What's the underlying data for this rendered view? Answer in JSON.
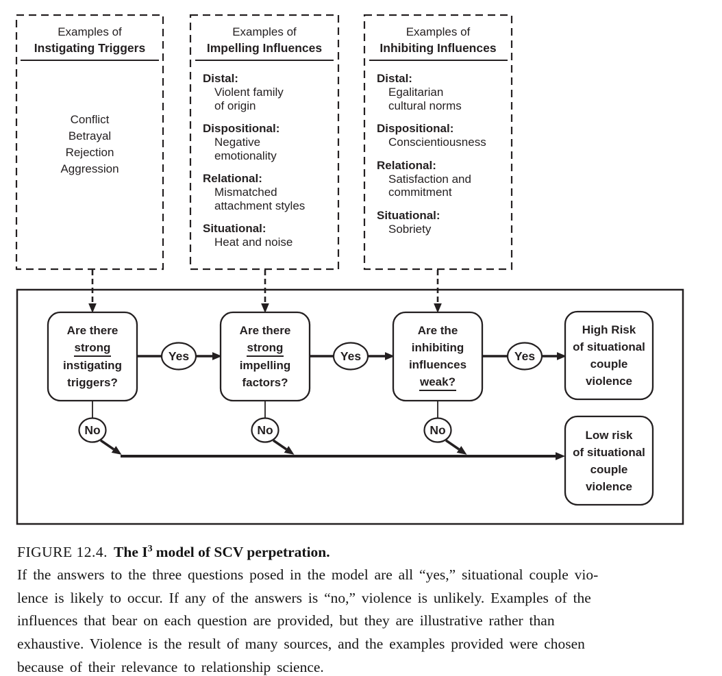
{
  "colors": {
    "ink": "#231f20",
    "paper": "#ffffff"
  },
  "panels": {
    "instigating": {
      "title_line1": "Examples of",
      "title_line2": "Instigating Triggers",
      "items": [
        "Conflict",
        "Betrayal",
        "Rejection",
        "Aggression"
      ]
    },
    "impelling": {
      "title_line1": "Examples of",
      "title_line2": "Impelling Influences",
      "groups": [
        {
          "label": "Distal:",
          "lines": [
            "Violent family",
            "of origin"
          ]
        },
        {
          "label": "Dispositional:",
          "lines": [
            "Negative",
            "emotionality"
          ]
        },
        {
          "label": "Relational:",
          "lines": [
            "Mismatched",
            "attachment styles"
          ]
        },
        {
          "label": "Situational:",
          "lines": [
            "Heat and noise"
          ]
        }
      ]
    },
    "inhibiting": {
      "title_line1": "Examples of",
      "title_line2": "Inhibiting Influences",
      "groups": [
        {
          "label": "Distal:",
          "lines": [
            "Egalitarian",
            "cultural norms"
          ]
        },
        {
          "label": "Dispositional:",
          "lines": [
            "Conscientiousness"
          ]
        },
        {
          "label": "Relational:",
          "lines": [
            "Satisfaction and",
            "commitment"
          ]
        },
        {
          "label": "Situational:",
          "lines": [
            "Sobriety"
          ]
        }
      ]
    }
  },
  "flowchart": {
    "yes_label": "Yes",
    "no_label": "No",
    "q1": {
      "line1": "Are there",
      "line2": "strong",
      "line3": "instigating",
      "line4": "triggers?"
    },
    "q2": {
      "line1": "Are there",
      "line2": "strong",
      "line3": "impelling",
      "line4": "factors?"
    },
    "q3": {
      "line1": "Are the",
      "line2": "inhibiting",
      "line3": "influences",
      "line4": "weak?"
    },
    "high_risk": {
      "line1": "High Risk",
      "line2": "of situational",
      "line3": "couple",
      "line4": "violence"
    },
    "low_risk": {
      "line1": "Low risk",
      "line2": "of situational",
      "line3": "couple",
      "line4": "violence"
    }
  },
  "caption": {
    "figure_label": "FIGURE 12.4.",
    "title_pre": "The I",
    "title_sup": "3",
    "title_post": "model of SCV perpetration.",
    "body_lines": [
      "If the answers to the three questions posed in the model are all “yes,” situational couple vio-",
      "lence is likely to occur. If any of the answers is “no,” violence is unlikely. Examples of the",
      "influences that bear on each question are provided, but they are illustrative rather than",
      "exhaustive. Violence is the result of many sources, and the examples provided were chosen",
      "because of their relevance to relationship science."
    ]
  }
}
